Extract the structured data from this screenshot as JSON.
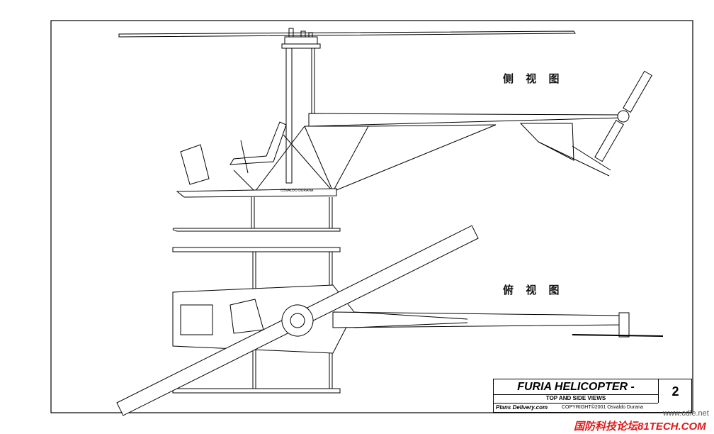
{
  "labels": {
    "side_view": "侧 视 图",
    "top_view": "俯 视 图",
    "pilot_name": "OSVALDO DURANA"
  },
  "title_block": {
    "title": "FURIA HELICOPTER -",
    "subtitle": "TOP AND SIDE VIEWS",
    "publisher": "Plans Delivery.com",
    "copyright": "COPYRIGHT©2001 Osvaldo Durana",
    "sheet_number": "2"
  },
  "watermarks": {
    "site": "www.cdle.net",
    "forum": "国防科技论坛81TECH.COM",
    "forum_color": "#e21818"
  }
}
